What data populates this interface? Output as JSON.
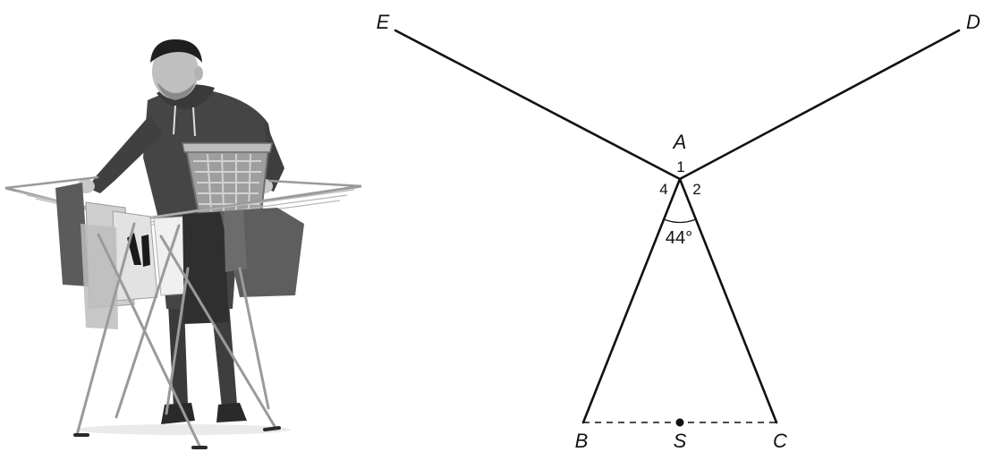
{
  "points": {
    "A": "A",
    "B": "B",
    "C": "C",
    "D": "D",
    "E": "E",
    "S": "S"
  },
  "angle_labels": {
    "one": "1",
    "two": "2",
    "four": "4"
  },
  "angle_value": "44°",
  "photo": {
    "subject": "person-hanging-laundry-on-drying-rack"
  }
}
